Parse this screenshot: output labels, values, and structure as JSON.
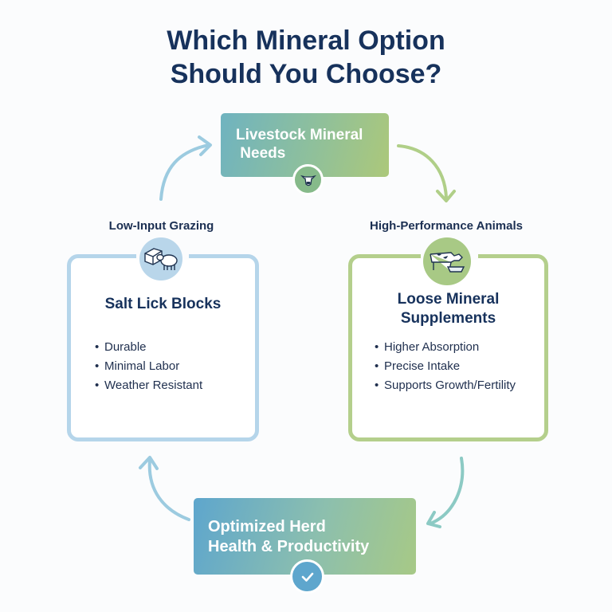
{
  "title": "Which Mineral Option\nShould You Choose?",
  "title_lines": [
    "Which Mineral Option",
    "Should You Choose?"
  ],
  "top_node": {
    "label": "Livestock Mineral\n Needs",
    "icon": "cow-head-icon",
    "gradient": [
      "#6fb3c0",
      "#acc87a"
    ]
  },
  "left_branch": {
    "label": "Low-Input Grazing",
    "card_title": "Salt Lick Blocks",
    "icon": "salt-block-sheep-icon",
    "border_color": "#b5d5ea",
    "bullets": [
      "Durable",
      "Minimal Labor",
      "Weather Resistant"
    ]
  },
  "right_branch": {
    "label": "High-Performance Animals",
    "card_title": "Loose Mineral\nSupplements",
    "icon": "cow-feeder-icon",
    "border_color": "#b4cf8c",
    "bullets": [
      "Higher Absorption",
      "Precise Intake",
      "Supports Growth/Fertility"
    ]
  },
  "bottom_node": {
    "label": "Optimized Herd\nHealth & Productivity",
    "icon": "checkmark-icon",
    "gradient": [
      "#5ea6cd",
      "#a7c986"
    ]
  },
  "colors": {
    "title": "#17325c",
    "arrow_blue": "#9ccbe0",
    "arrow_green": "#b0cf88",
    "arrow_teal": "#8ccac4"
  }
}
